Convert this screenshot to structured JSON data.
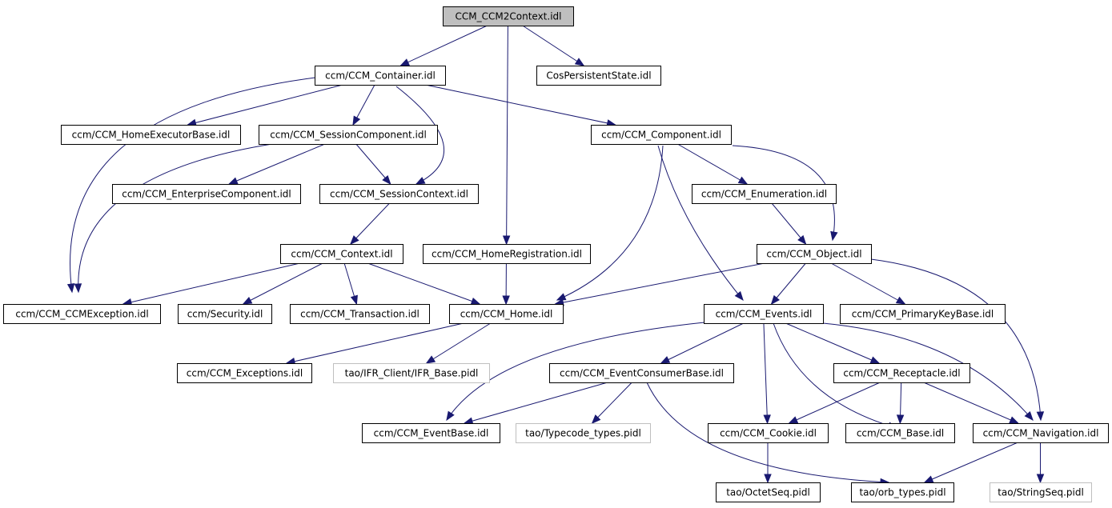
{
  "graph": {
    "nodes": [
      {
        "id": "root",
        "label": "CCM_CCM2Context.idl",
        "style": "root"
      },
      {
        "id": "container",
        "label": "ccm/CCM_Container.idl",
        "style": "normal"
      },
      {
        "id": "cospersist",
        "label": "CosPersistentState.idl",
        "style": "normal"
      },
      {
        "id": "homeexec",
        "label": "ccm/CCM_HomeExecutorBase.idl",
        "style": "normal"
      },
      {
        "id": "sesscomp",
        "label": "ccm/CCM_SessionComponent.idl",
        "style": "normal"
      },
      {
        "id": "component",
        "label": "ccm/CCM_Component.idl",
        "style": "normal"
      },
      {
        "id": "enterprise",
        "label": "ccm/CCM_EnterpriseComponent.idl",
        "style": "normal"
      },
      {
        "id": "sessctx",
        "label": "ccm/CCM_SessionContext.idl",
        "style": "normal"
      },
      {
        "id": "enumeration",
        "label": "ccm/CCM_Enumeration.idl",
        "style": "normal"
      },
      {
        "id": "context",
        "label": "ccm/CCM_Context.idl",
        "style": "normal"
      },
      {
        "id": "homereg",
        "label": "ccm/CCM_HomeRegistration.idl",
        "style": "normal"
      },
      {
        "id": "object",
        "label": "ccm/CCM_Object.idl",
        "style": "normal"
      },
      {
        "id": "ccmexc",
        "label": "ccm/CCM_CCMException.idl",
        "style": "normal"
      },
      {
        "id": "security",
        "label": "ccm/Security.idl",
        "style": "normal"
      },
      {
        "id": "transaction",
        "label": "ccm/CCM_Transaction.idl",
        "style": "normal"
      },
      {
        "id": "home",
        "label": "ccm/CCM_Home.idl",
        "style": "normal"
      },
      {
        "id": "events",
        "label": "ccm/CCM_Events.idl",
        "style": "normal"
      },
      {
        "id": "pkbase",
        "label": "ccm/CCM_PrimaryKeyBase.idl",
        "style": "normal"
      },
      {
        "id": "exceptions",
        "label": "ccm/CCM_Exceptions.idl",
        "style": "normal"
      },
      {
        "id": "ifrbase",
        "label": "tao/IFR_Client/IFR_Base.pidl",
        "style": "external"
      },
      {
        "id": "evconsumer",
        "label": "ccm/CCM_EventConsumerBase.idl",
        "style": "normal"
      },
      {
        "id": "receptacle",
        "label": "ccm/CCM_Receptacle.idl",
        "style": "normal"
      },
      {
        "id": "eventbase",
        "label": "ccm/CCM_EventBase.idl",
        "style": "normal"
      },
      {
        "id": "typecode",
        "label": "tao/Typecode_types.pidl",
        "style": "external"
      },
      {
        "id": "cookie",
        "label": "ccm/CCM_Cookie.idl",
        "style": "normal"
      },
      {
        "id": "base",
        "label": "ccm/CCM_Base.idl",
        "style": "normal"
      },
      {
        "id": "navigation",
        "label": "ccm/CCM_Navigation.idl",
        "style": "normal"
      },
      {
        "id": "octetseq",
        "label": "tao/OctetSeq.pidl",
        "style": "normal"
      },
      {
        "id": "orbtypes",
        "label": "tao/orb_types.pidl",
        "style": "normal"
      },
      {
        "id": "stringseq",
        "label": "tao/StringSeq.pidl",
        "style": "external"
      }
    ],
    "edges": [
      {
        "from": "root",
        "to": "container"
      },
      {
        "from": "root",
        "to": "homereg"
      },
      {
        "from": "root",
        "to": "cospersist"
      },
      {
        "from": "container",
        "to": "homeexec"
      },
      {
        "from": "container",
        "to": "sesscomp"
      },
      {
        "from": "container",
        "to": "sessctx"
      },
      {
        "from": "container",
        "to": "component"
      },
      {
        "from": "container",
        "to": "ccmexc"
      },
      {
        "from": "sesscomp",
        "to": "enterprise"
      },
      {
        "from": "sesscomp",
        "to": "sessctx"
      },
      {
        "from": "sesscomp",
        "to": "ccmexc"
      },
      {
        "from": "sessctx",
        "to": "context"
      },
      {
        "from": "context",
        "to": "ccmexc"
      },
      {
        "from": "context",
        "to": "security"
      },
      {
        "from": "context",
        "to": "transaction"
      },
      {
        "from": "context",
        "to": "home"
      },
      {
        "from": "homereg",
        "to": "home"
      },
      {
        "from": "component",
        "to": "enumeration"
      },
      {
        "from": "component",
        "to": "object"
      },
      {
        "from": "component",
        "to": "home"
      },
      {
        "from": "component",
        "to": "events"
      },
      {
        "from": "enumeration",
        "to": "object"
      },
      {
        "from": "object",
        "to": "home"
      },
      {
        "from": "object",
        "to": "events"
      },
      {
        "from": "object",
        "to": "pkbase"
      },
      {
        "from": "object",
        "to": "navigation"
      },
      {
        "from": "home",
        "to": "exceptions"
      },
      {
        "from": "home",
        "to": "ifrbase"
      },
      {
        "from": "events",
        "to": "evconsumer"
      },
      {
        "from": "events",
        "to": "receptacle"
      },
      {
        "from": "events",
        "to": "eventbase"
      },
      {
        "from": "events",
        "to": "cookie"
      },
      {
        "from": "events",
        "to": "base"
      },
      {
        "from": "events",
        "to": "navigation"
      },
      {
        "from": "evconsumer",
        "to": "eventbase"
      },
      {
        "from": "evconsumer",
        "to": "typecode"
      },
      {
        "from": "evconsumer",
        "to": "orbtypes"
      },
      {
        "from": "receptacle",
        "to": "cookie"
      },
      {
        "from": "receptacle",
        "to": "base"
      },
      {
        "from": "receptacle",
        "to": "navigation"
      },
      {
        "from": "cookie",
        "to": "octetseq"
      },
      {
        "from": "navigation",
        "to": "orbtypes"
      },
      {
        "from": "navigation",
        "to": "stringseq"
      }
    ]
  }
}
